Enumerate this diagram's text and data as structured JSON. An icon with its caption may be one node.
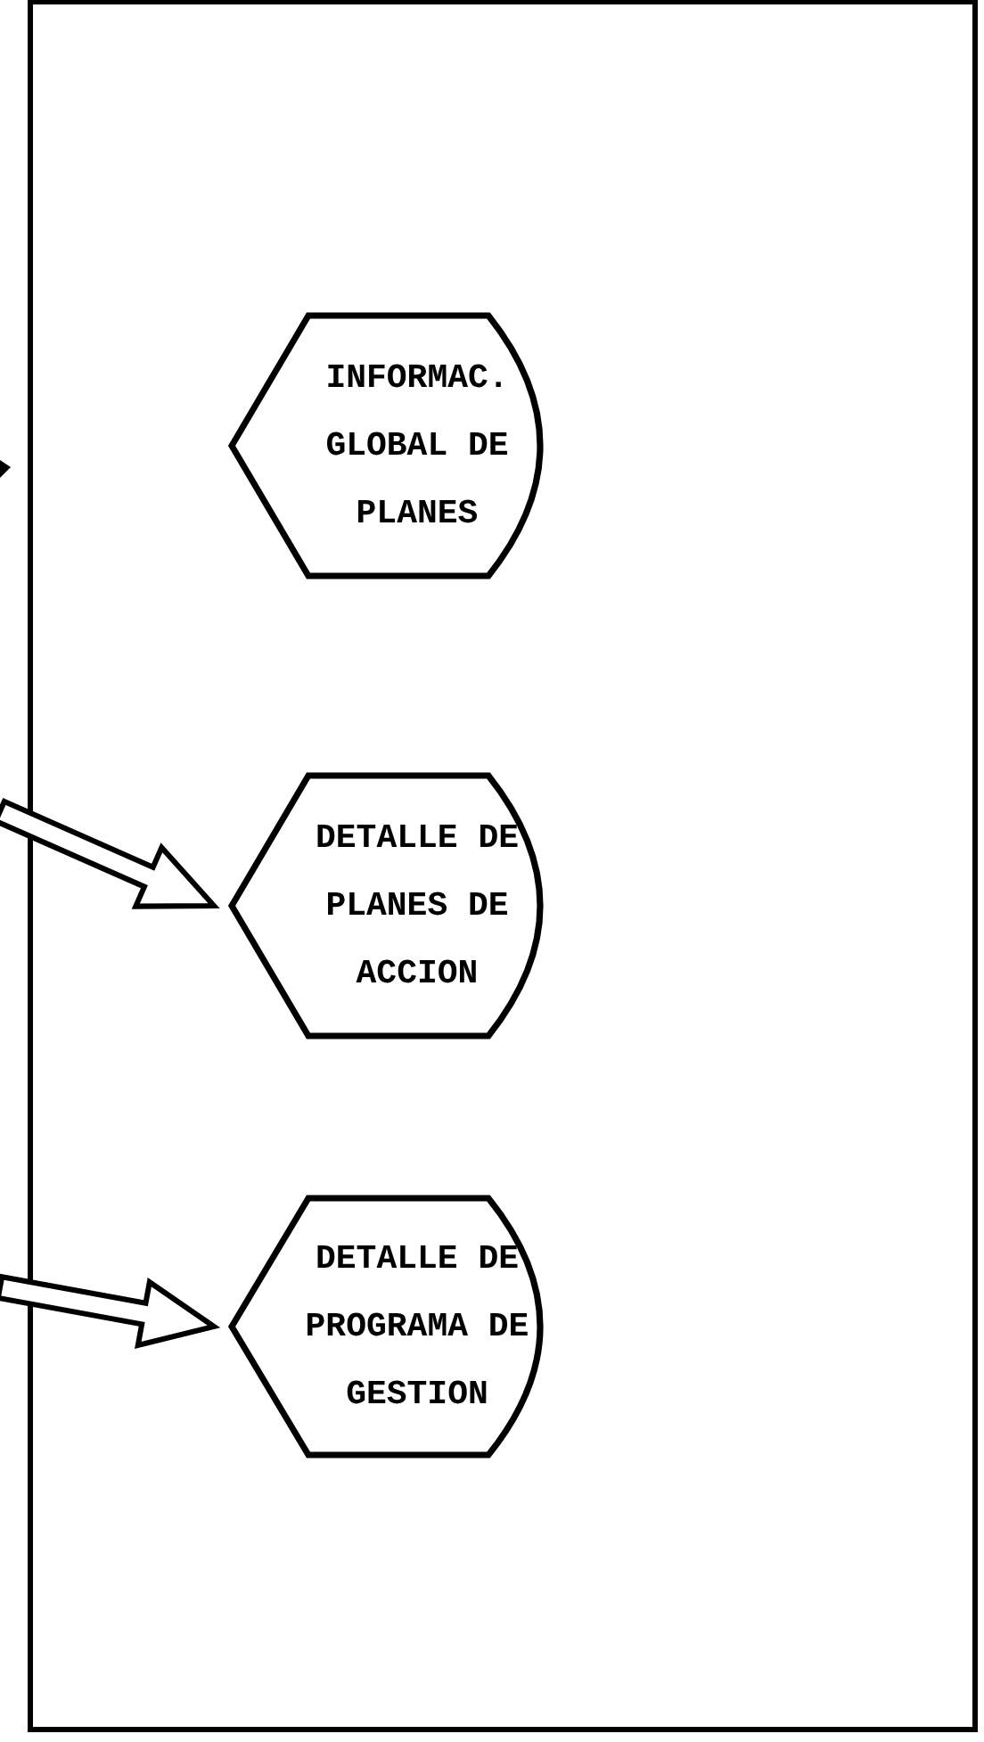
{
  "diagram": {
    "nodes": [
      {
        "text": [
          "INFORMAC. GLOBAL DE PLANES"
        ]
      },
      {
        "text": [
          "DETALLE DE PLANES DE ACCION"
        ]
      },
      {
        "text": [
          "DETALLE DE PROGRAMA DE GESTION"
        ]
      }
    ],
    "edges": [
      {
        "from": null,
        "to": 1,
        "arrow": "to"
      },
      {
        "from": null,
        "to": 2,
        "arrow": "to"
      }
    ]
  }
}
